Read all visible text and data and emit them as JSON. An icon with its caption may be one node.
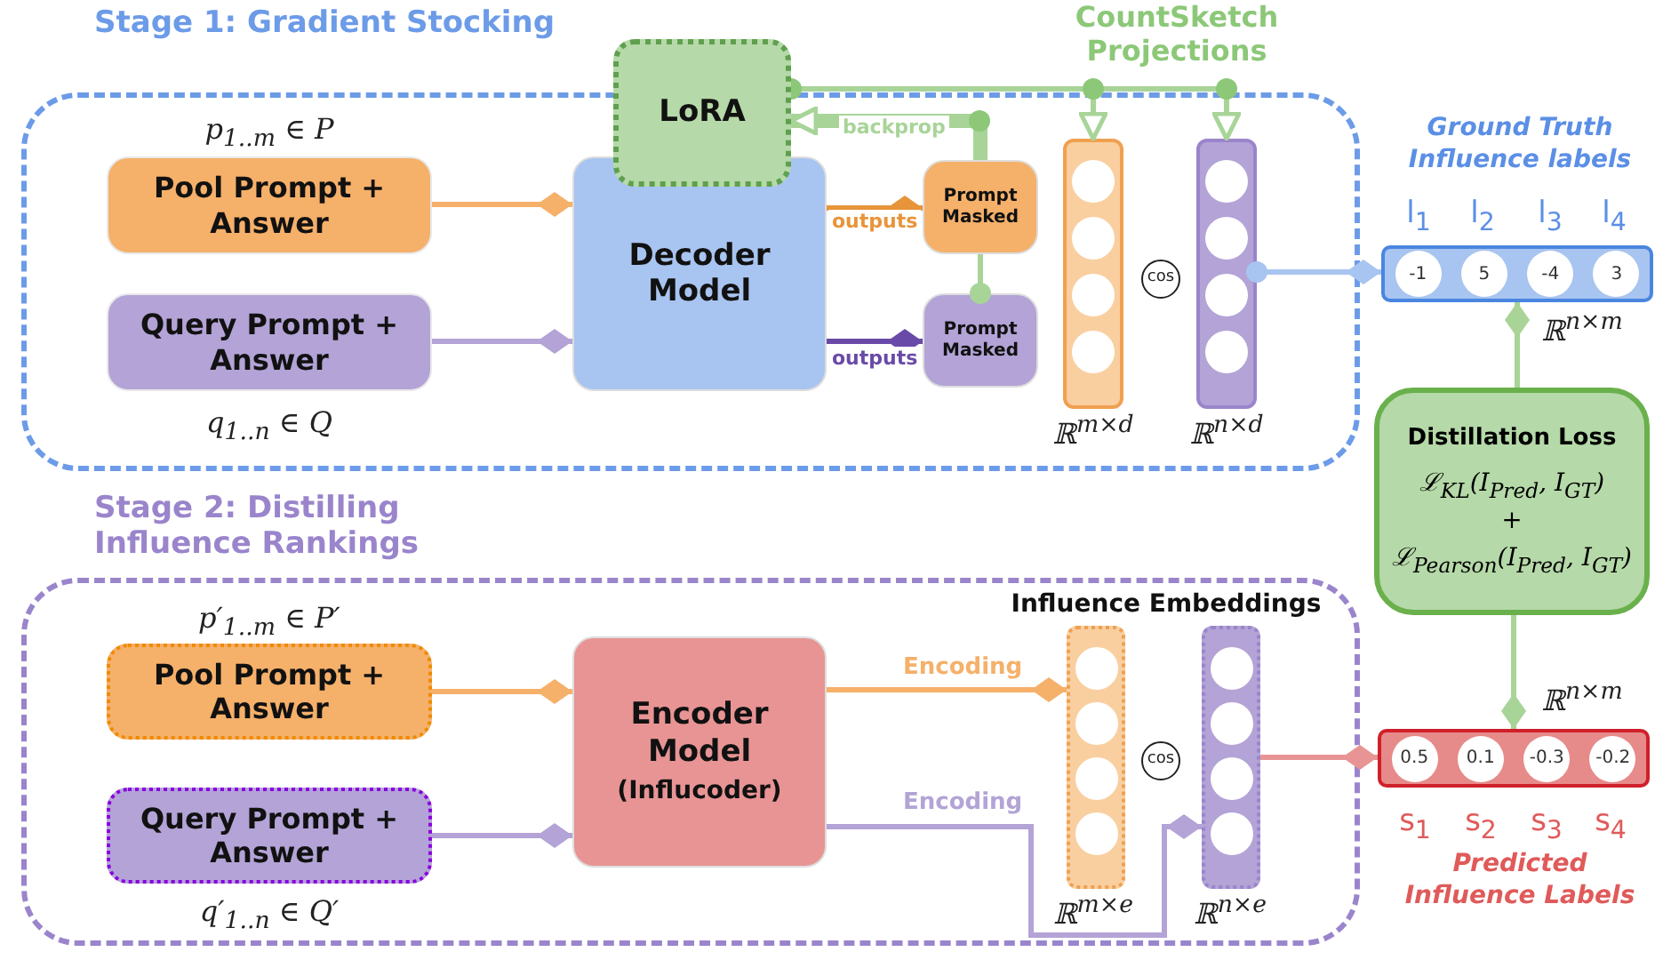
{
  "diagram": {
    "nodes": [
      {
        "text": [
          "Stage 1: Gradient Stocking"
        ]
      },
      {
        "text": [
          "Pool Prompt + Answer"
        ],
        "in": 0,
        "beside": [
          "p$_{1..m}$ ∈ P"
        ]
      },
      {
        "text": [
          "Query Prompt + Answer"
        ],
        "in": 0,
        "beside": [
          "q$_{1..n}$ ∈ Q"
        ]
      },
      {
        "text": [
          "Decoder Model"
        ],
        "in": 0
      },
      {
        "text": [
          "LoRA"
        ]
      },
      {
        "text": [
          "Prompt Masked"
        ],
        "in": 0
      },
      {
        "text": [
          "Prompt Masked"
        ],
        "in": 0
      },
      {
        "text": [],
        "shape": "bar",
        "in": 0,
        "beside": [
          "ℝ$^{m×d}$"
        ]
      },
      {
        "text": [],
        "shape": "bar",
        "in": 0,
        "beside": [
          "ℝ$^{n×d}$"
        ]
      },
      {
        "text": [
          "-1",
          "5",
          "-4",
          "3"
        ],
        "beside": [
          "Ground Truth Influence labels",
          "l$_{1}$",
          "l$_{2}$",
          "l$_{3}$",
          "l$_{4}$",
          "ℝ$^{n×m}$"
        ]
      },
      {
        "text": [
          "Distillation Loss",
          "ℒ$_{KL}$(I$_{Pred}$, I$_{GT}$)",
          "+",
          "ℒ$_{Pearson}$(I$_{Pred}$, I$_{GT}$)"
        ]
      },
      {
        "text": [
          "Stage 2: Distilling Influence Rankings"
        ]
      },
      {
        "text": [
          "Pool Prompt + Answer"
        ],
        "in": 11,
        "beside": [
          "p′$_{1..m}$ ∈ P′"
        ]
      },
      {
        "text": [
          "Query Prompt + Answer"
        ],
        "in": 11,
        "beside": [
          "q′$_{1..n}$ ∈ Q′"
        ]
      },
      {
        "text": [
          "Encoder Model",
          "(Influcoder)"
        ],
        "in": 11
      },
      {
        "text": [],
        "shape": "bar",
        "in": 11,
        "beside": [
          "ℝ$^{m×e}$"
        ]
      },
      {
        "text": [],
        "shape": "bar",
        "in": 11,
        "beside": [
          "ℝ$^{n×e}$"
        ]
      },
      {
        "text": [
          "0.5",
          "0.1",
          "-0.3",
          "-0.2"
        ],
        "beside": [
          "ℝ$^{n×m}$",
          "s$_{1}$",
          "s$_{2}$",
          "s$_{3}$",
          "s$_{4}$",
          "Predicted Influence Labels"
        ]
      }
    ],
    "edges": [
      {
        "from": 1,
        "to": 3,
        "arrow": "other",
        "color": "#f5b06a"
      },
      {
        "from": 2,
        "to": 3,
        "arrow": "other",
        "color": "#b3a3d6"
      },
      {
        "from": 3,
        "to": 5,
        "arrow": "other",
        "label": "outputs",
        "color": "#e8943a"
      },
      {
        "from": 3,
        "to": 6,
        "arrow": "other",
        "label": "outputs",
        "color": "#6a4aa8"
      },
      {
        "from": 6,
        "to": 5,
        "arrow": "other"
      },
      {
        "from": 5,
        "to": 4,
        "arrow": "to",
        "label": "backprop",
        "style": "thick"
      },
      {
        "from": 4,
        "to": 7,
        "arrow": "to"
      },
      {
        "from": 4,
        "to": 8,
        "arrow": "to"
      },
      {
        "from": 8,
        "to": 9,
        "arrow": "other",
        "color": "#a8c4f0"
      },
      {
        "from": 10,
        "to": 9,
        "arrow": "other"
      },
      {
        "from": 10,
        "to": 17,
        "arrow": "other"
      },
      {
        "from": 12,
        "to": 14,
        "arrow": "other",
        "color": "#f5b06a"
      },
      {
        "from": 13,
        "to": 14,
        "arrow": "other",
        "color": "#b3a3d6"
      },
      {
        "from": 14,
        "to": 15,
        "arrow": "other",
        "label": "Encoding",
        "color": "#f5b06a"
      },
      {
        "from": 14,
        "to": 16,
        "arrow": "other",
        "label": "Encoding",
        "color": "#b3a3d6"
      },
      {
        "from": 16,
        "to": 17,
        "arrow": "other",
        "color": "#e89494"
      }
    ],
    "labels": [
      "CountSketch Projections",
      "cos",
      "Influence Embeddings",
      "cos"
    ]
  }
}
